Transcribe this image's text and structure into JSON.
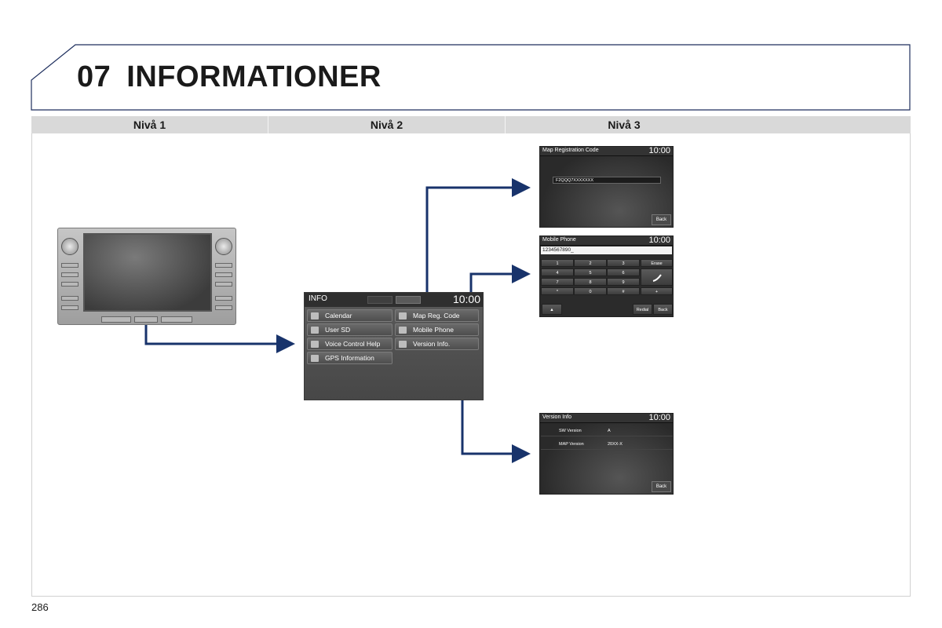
{
  "header": {
    "number": "07",
    "title": "INFORMATIONER"
  },
  "levels": [
    "Nivå 1",
    "Nivå 2",
    "Nivå 3"
  ],
  "info_screen": {
    "title": "INFO",
    "clock": "10:00",
    "left_items": [
      "Calendar",
      "User SD",
      "Voice Control Help",
      "GPS Information"
    ],
    "right_items": [
      "Map Reg. Code",
      "Mobile Phone",
      "Version Info."
    ]
  },
  "map_reg_screen": {
    "title": "Map Registration Code",
    "clock": "10:00",
    "code": "F2QQQ7XXXXXXX",
    "back": "Back"
  },
  "phone_screen": {
    "title": "Mobile Phone",
    "clock": "10:00",
    "input": "1234567890_",
    "keys": [
      "1",
      "2",
      "3",
      "4",
      "5",
      "6",
      "7",
      "8",
      "9",
      "*",
      "0",
      "#"
    ],
    "erase": "Erase",
    "plus": "+",
    "redial": "Redial",
    "back": "Back",
    "up_arrow": "▲"
  },
  "version_screen": {
    "title": "Version Info",
    "clock": "10:00",
    "rows": [
      {
        "label": "SW Version",
        "value": "A"
      },
      {
        "label": "MAP Version",
        "value": "20XX-X"
      }
    ],
    "back": "Back"
  },
  "page_number": "286",
  "colors": {
    "arrow": "#18336b",
    "level_bar": "#d9d9d9"
  }
}
